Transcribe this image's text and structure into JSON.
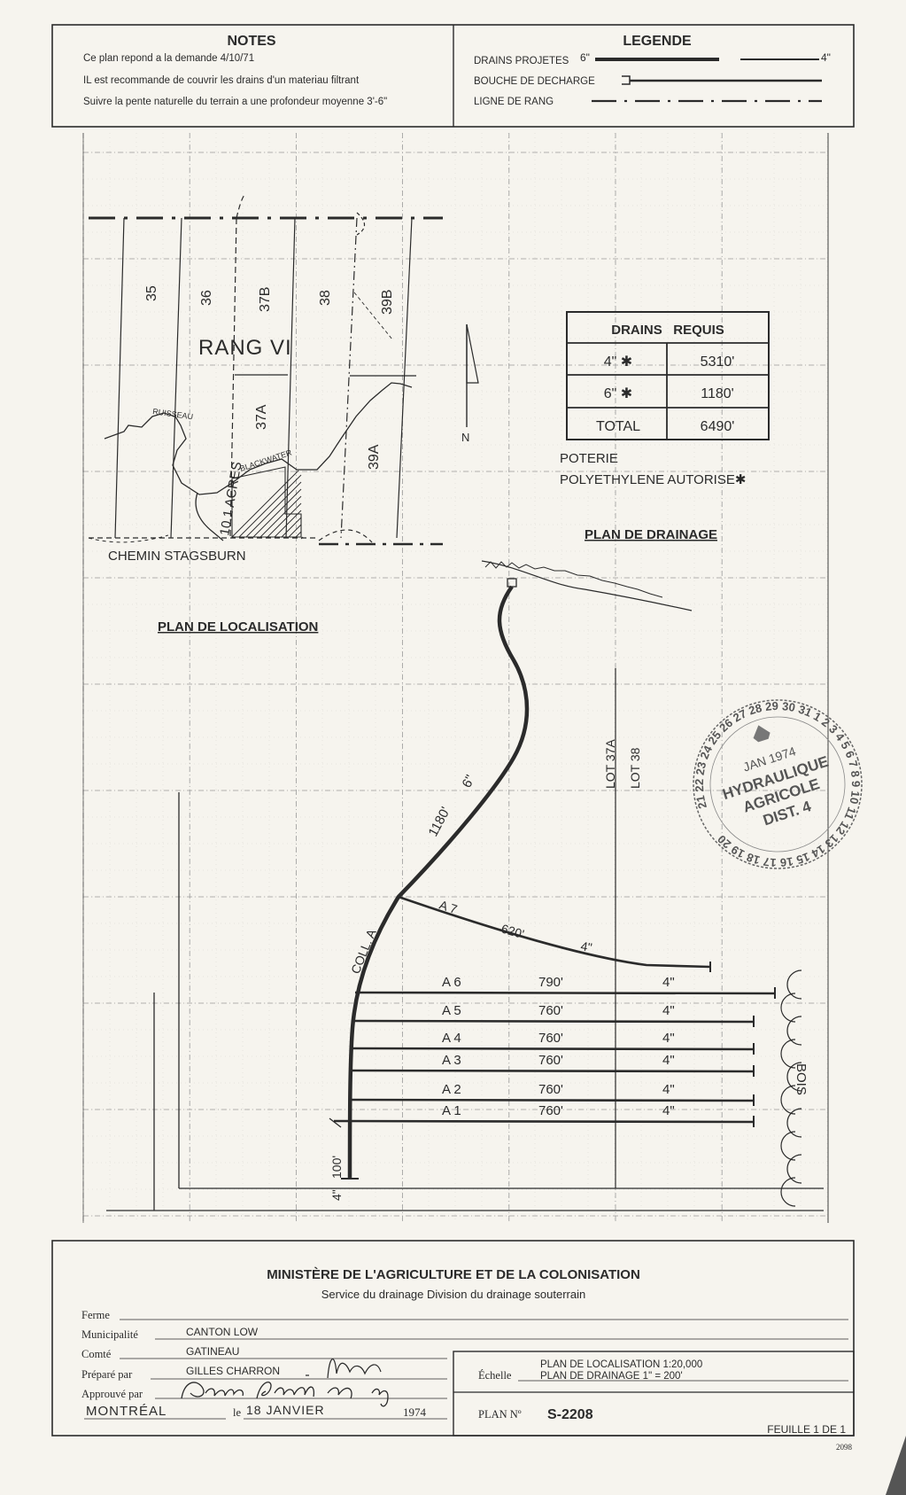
{
  "notes": {
    "title": "NOTES",
    "lines": [
      "Ce plan repond a la demande  4/10/71",
      "IL est recommande de couvrir les drains d'un materiau filtrant",
      "Suivre la pente naturelle du terrain a une profondeur moyenne 3'-6\""
    ]
  },
  "legend": {
    "title": "LEGENDE",
    "drains_projetes": "DRAINS PROJETES",
    "size_6": "6\"",
    "size_4": "4\"",
    "bouche": "BOUCHE DE DECHARGE",
    "ligne_rang": "LIGNE DE RANG"
  },
  "localisation": {
    "title": "PLAN DE LOCALISATION",
    "lots": [
      "35",
      "36",
      "37B",
      "38",
      "39B",
      "37A",
      "39A"
    ],
    "rang": "RANG VI",
    "ruisseau": "RUISSEAU",
    "blackwater": "BLACKWATER",
    "acres": "10.1 ACRES",
    "chemin": "CHEMIN STAGSBURN"
  },
  "north_label": "N",
  "drains_requis": {
    "title": "DRAINS   REQUIS",
    "rows": [
      {
        "size": "4\" ✱",
        "length": "5310'"
      },
      {
        "size": "6\" ✱",
        "length": "1180'"
      },
      {
        "size": "TOTAL",
        "length": "6490'"
      }
    ],
    "note_1": "POTERIE",
    "note_2": "POLYETHYLENE AUTORISE✱"
  },
  "drainage": {
    "title": "PLAN DE DRAINAGE",
    "collector": {
      "label": "COLL. A",
      "length": "1180'",
      "size": "6\"",
      "outlet_length": "100'",
      "outlet_size": "4\""
    },
    "laterals": [
      {
        "name": "A 7",
        "length": "620'",
        "size": "4\""
      },
      {
        "name": "A 6",
        "length": "790'",
        "size": "4\""
      },
      {
        "name": "A 5",
        "length": "760'",
        "size": "4\""
      },
      {
        "name": "A 4",
        "length": "760'",
        "size": "4\""
      },
      {
        "name": "A 3",
        "length": "760'",
        "size": "4\""
      },
      {
        "name": "A 2",
        "length": "760'",
        "size": "4\""
      },
      {
        "name": "A 1",
        "length": "760'",
        "size": "4\""
      }
    ],
    "lot_labels": [
      "LOT 37A",
      "LOT 38"
    ],
    "bois": "BOIS"
  },
  "stamp": {
    "date": "JAN 1974",
    "line_1": "HYDRAULIQUE",
    "line_2": "AGRICOLE",
    "line_3": "DIST. 4",
    "ring": "21 22 23 24 25 26 27 28 29 30 31 1 2 3 4 5 6 7 8 9 10 11 12 13 14 15 16 17 18 19 20"
  },
  "title_block": {
    "ministry": "MINISTÈRE DE L'AGRICULTURE ET DE LA COLONISATION",
    "service": "Service du drainage Division du drainage souterrain",
    "ferme_label": "Ferme",
    "ferme_value": "",
    "municipalite_label": "Municipalité",
    "municipalite_value": "CANTON  LOW",
    "comte_label": "Comté",
    "comte_value": "GATINEAU",
    "prepare_label": "Préparé par",
    "prepare_value": "GILLES  CHARRON",
    "approuve_label": "Approuvé par",
    "city": "MONTRÉAL",
    "le_label": "le",
    "date": "18 JANVIER",
    "year": "1974",
    "echelle_label": "Échelle",
    "echelle_1": "PLAN  DE  LOCALISATION  1:20,000",
    "echelle_2": "PLAN  DE  DRAINAGE  1\" = 200'",
    "plan_no_label": "PLAN Nº",
    "plan_no": "S-2208",
    "feuille": "FEUILLE  1 DE  1",
    "sheet_code": "2098"
  }
}
